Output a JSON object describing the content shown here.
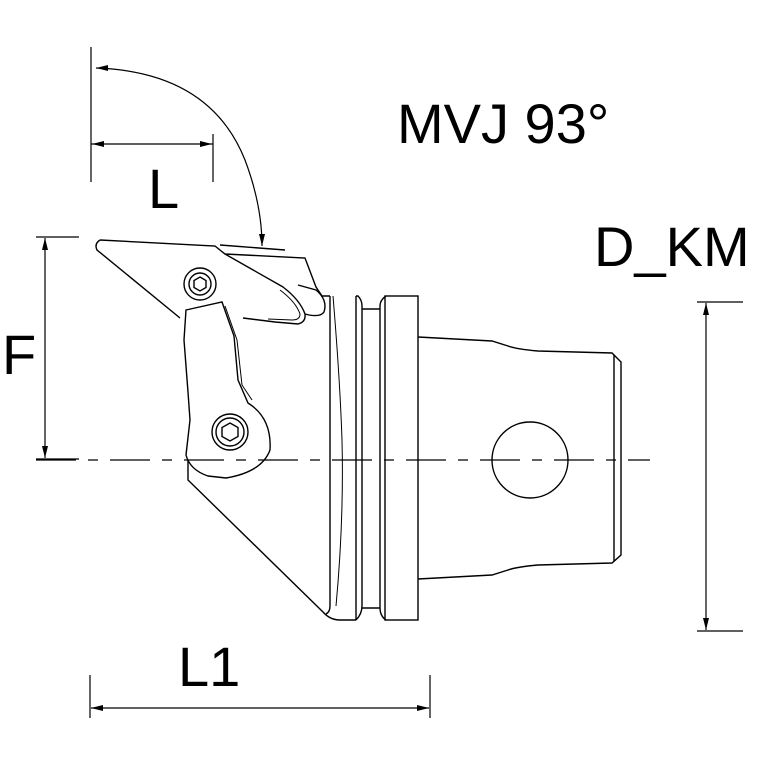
{
  "drawing": {
    "title": "MVJ 93°",
    "dimensions": {
      "L": "L",
      "L1": "L1",
      "F": "F",
      "D_KM": "D_KM"
    },
    "angle_label": "93°",
    "colors": {
      "line": "#000000",
      "background": "#ffffff"
    }
  }
}
